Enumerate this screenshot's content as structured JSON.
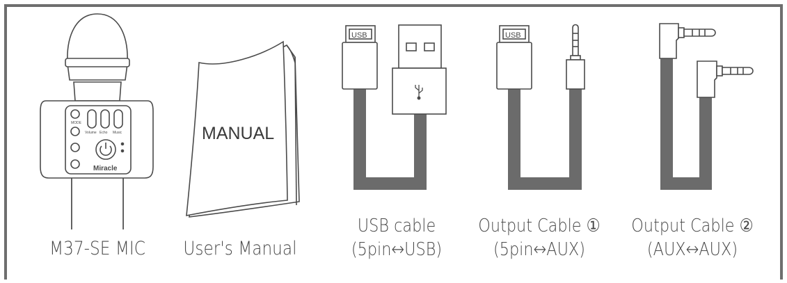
{
  "items": [
    {
      "label": "M37-SE MIC"
    },
    {
      "label": "User's Manual"
    },
    {
      "label_line1": "USB cable",
      "label_line2": "(5pin↔USB)"
    },
    {
      "label_line1": "Output Cable ①",
      "label_line2": "(5pin↔AUX)"
    },
    {
      "label_line1": "Output Cable ②",
      "label_line2": "(AUX↔AUX)"
    }
  ],
  "manual_cover_text": "MANUAL",
  "mic_controls": {
    "mode": "MODE",
    "volume": "Volume",
    "echo": "Echo",
    "music": "Music",
    "brand": "Miracle"
  },
  "usb_connector_text": "USB",
  "colors": {
    "border": "#6e6e6e",
    "cable": "#6b6b6b",
    "line": "#4a4a4a",
    "text": "#4a4a4a"
  }
}
